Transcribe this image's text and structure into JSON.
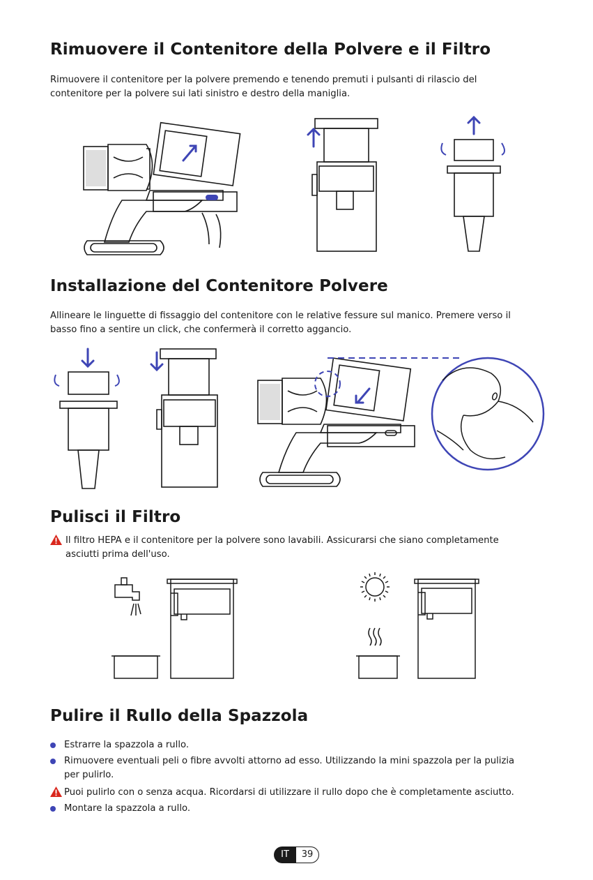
{
  "sections": {
    "remove": {
      "title": "Rimuovere il Contenitore della Polvere e il Filtro",
      "line1": "Rimuovere il contenitore per la polvere premendo e tenendo premuti i pulsanti di rilascio del",
      "line2": "contenitore per la polvere sui lati sinistro e destro della maniglia."
    },
    "install": {
      "title": "Installazione del Contenitore Polvere",
      "line1": "Allineare le linguette di fissaggio del contenitore con le relative fessure sul manico. Premere verso il",
      "line2": "basso fino a sentire un click, che confermerà il corretto aggancio."
    },
    "filter": {
      "title": "Pulisci il Filtro",
      "line1": "Il filtro HEPA e il contenitore per la polvere sono lavabili. Assicurarsi che siano completamente",
      "line2": "asciutti prima dell'uso."
    },
    "roller": {
      "title": "Pulire il Rullo della Spazzola",
      "b1": "Estrarre la spazzola a rullo.",
      "b2_l1": "Rimuovere eventuali peli o fibre avvolti attorno ad esso. Utilizzando la mini spazzola per la pulizia",
      "b2_l2": "per pulirlo.",
      "b3": "Puoi pulirlo con o senza acqua. Ricordarsi di utilizzare il rullo dopo che è completamente asciutto.",
      "b4": "Montare la spazzola a rullo."
    }
  },
  "footer": {
    "lang": "IT",
    "page": "39"
  },
  "colors": {
    "accent": "#3e45b5",
    "warning": "#d9261c",
    "ink": "#1a1a1a"
  },
  "icons": [
    "warning-icon",
    "arrow-up-icon",
    "arrow-down-icon",
    "rotate-icon",
    "faucet-icon",
    "sun-icon",
    "steam-icon"
  ]
}
